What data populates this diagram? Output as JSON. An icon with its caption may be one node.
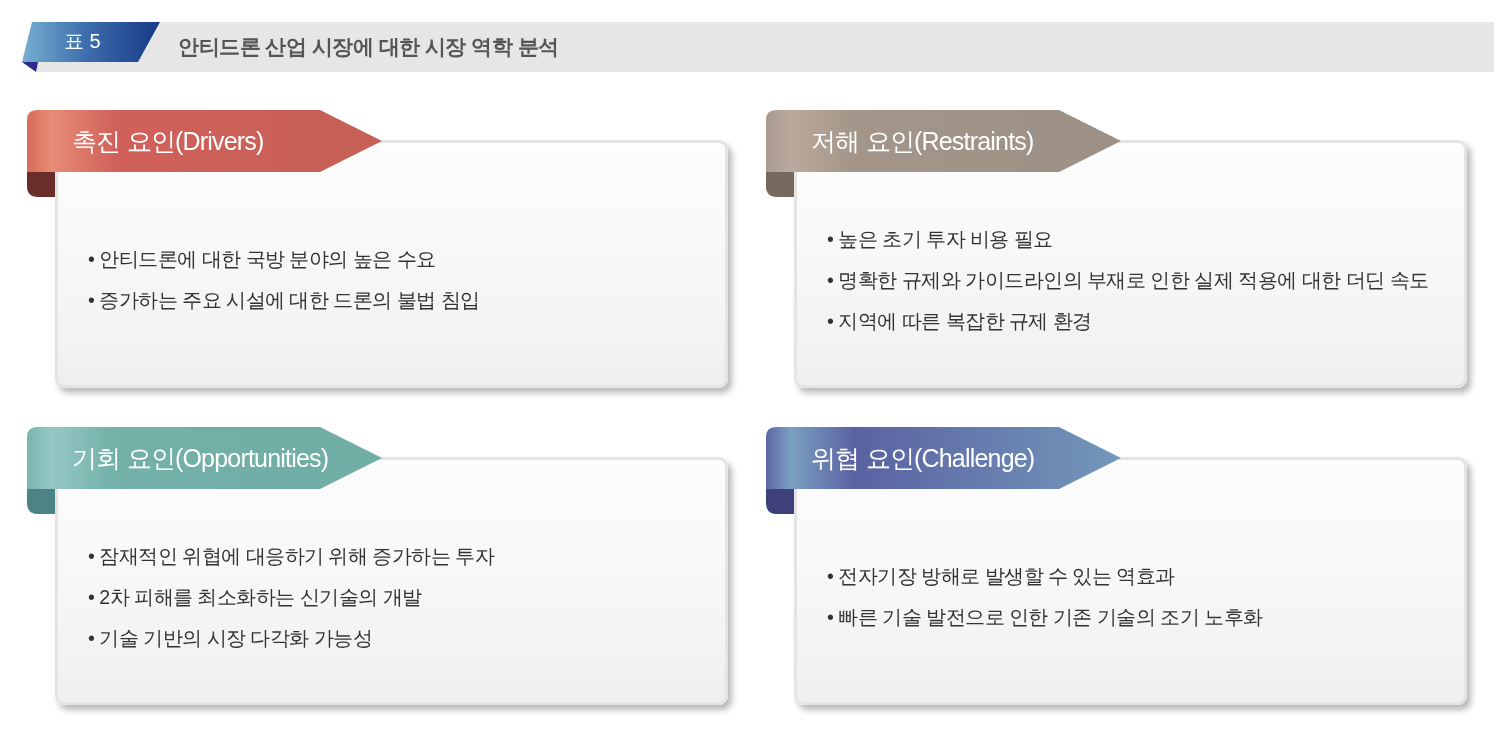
{
  "diagram": {
    "title": "안티드론 산업 시장에 대한 시장 역학 분석",
    "nodes": [
      {
        "text": [
          "촉진 요인(Drivers)",
          "• 안티드론에 대한 국방 분야의 높은 수요",
          "• 증가하는 주요 시설에 대한 드론의 불법 침입"
        ]
      },
      {
        "text": [
          "저해 요인(Restraints)",
          "• 높은 초기 투자 비용 필요",
          "• 명확한 규제와 가이드라인의 부재로 인한 실제 적용에 대한 더딘 속도",
          "• 지역에 따른 복잡한 규제 환경"
        ]
      },
      {
        "text": [
          "기회 요인(Opportunities)",
          "• 잠재적인 위협에 대응하기 위해 증가하는 투자",
          "• 2차 피해를 최소화하는 신기술의 개발",
          "• 기술 기반의 시장 다각화 가능성"
        ]
      },
      {
        "text": [
          "위협 요인(Challenge)",
          "• 전자기장 방해로 발생할 수 있는 역효과",
          "• 빠른 기술 발전으로 인한 기존 기술의 조기 노후화"
        ]
      }
    ],
    "labels": [
      "표 5"
    ]
  }
}
